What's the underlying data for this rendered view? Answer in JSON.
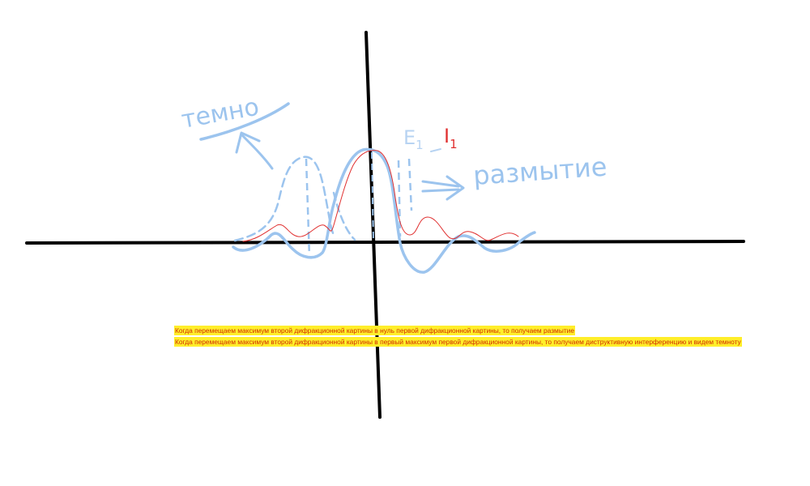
{
  "sketch": {
    "label_dark": "темно",
    "label_blur": "размытие",
    "label_e": "E",
    "label_e_sub": "1",
    "label_i": "I",
    "label_i_sub": "1",
    "colors": {
      "axes": "#000000",
      "blue_sketch": "#9cc4ee",
      "red_curve": "#e03030",
      "highlight": "#ffee2a",
      "note_text": "#d12e00"
    }
  },
  "notes": [
    "Когда перемещаем максимум второй дифракционной картины в нуль первой дифракционной картины, то получаем размытие",
    "Когда перемещаем максимум второй дифракционной картины в первый максимум первой дифракционной картины, то получаем диструктивную интерференцию и видем темноту"
  ]
}
